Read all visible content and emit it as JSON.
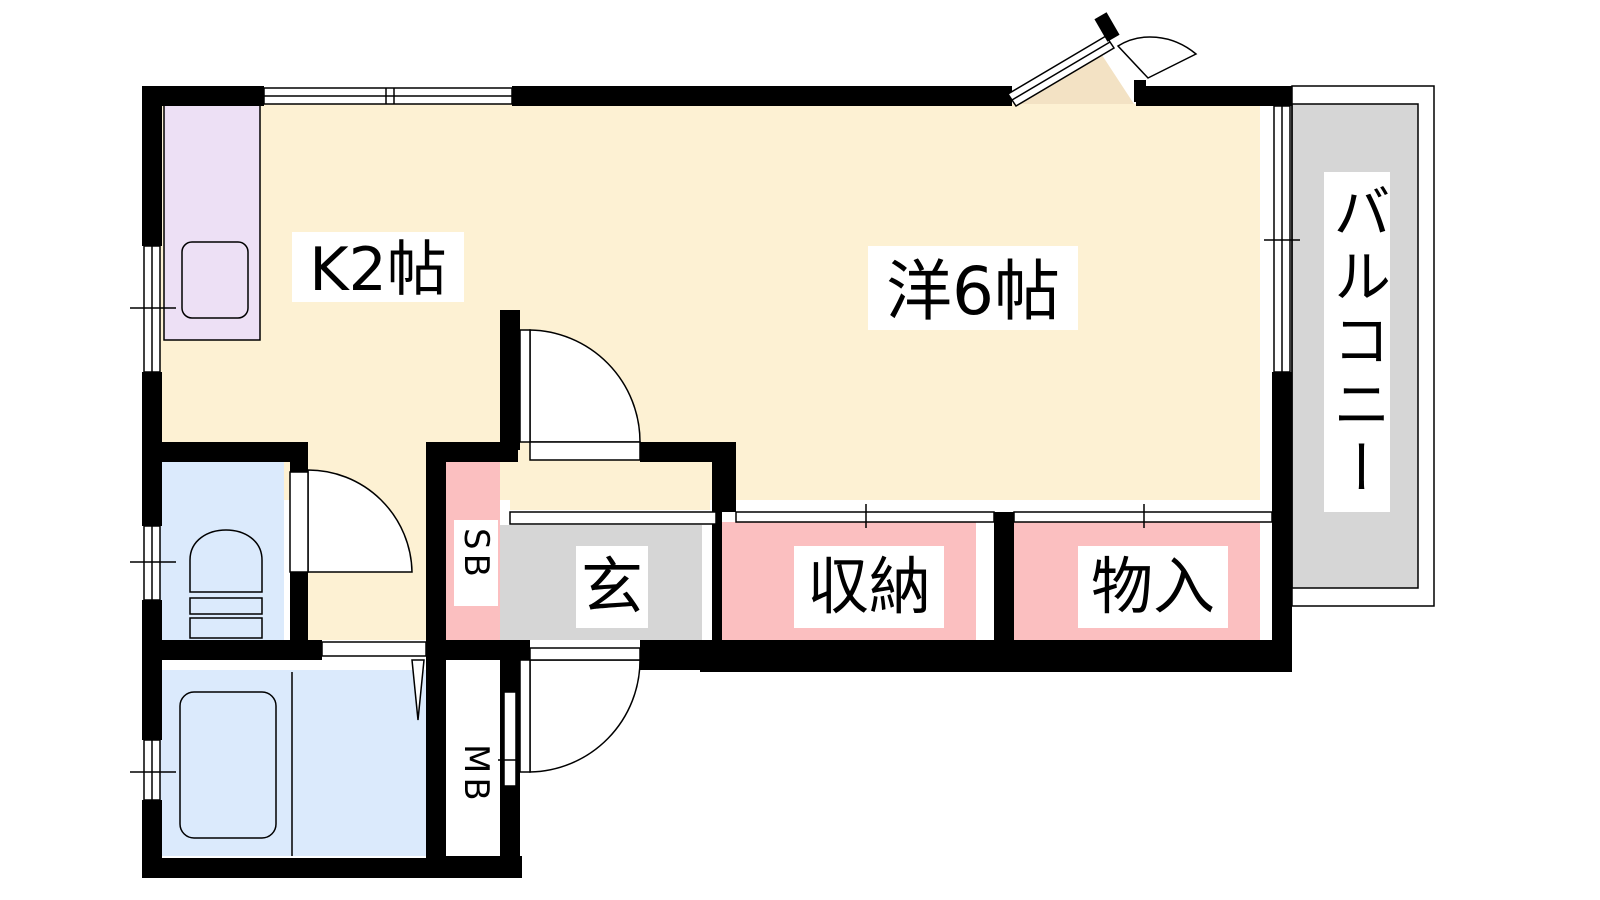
{
  "rooms": {
    "kitchen": "K2帖",
    "western": "洋6帖",
    "balcony": "バルコニー",
    "entrance": "玄",
    "storage": "収納",
    "closet": "物入",
    "shoebox": "SB",
    "meterbox": "MB"
  },
  "colors": {
    "wall": "#000000",
    "floor_main": "#fdf1d3",
    "kitchen_counter": "#ede0f5",
    "wet_area": "#dbeafc",
    "storage": "#fbbfc0",
    "entrance": "#d6d6d6",
    "balcony": "#d6d6d6",
    "door_swing": "#ffffff"
  }
}
